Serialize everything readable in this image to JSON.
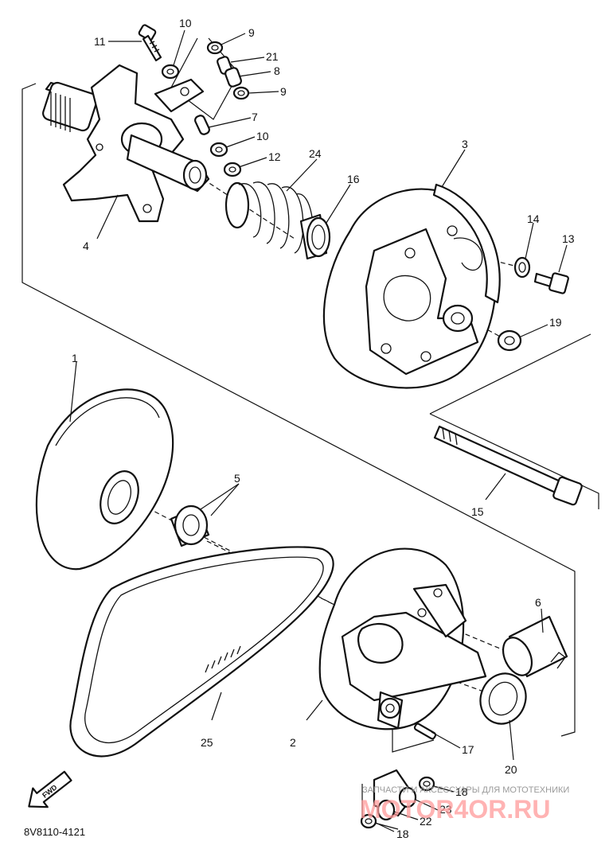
{
  "diagram": {
    "part_labels": [
      {
        "id": "p11",
        "text": "11"
      },
      {
        "id": "p10a",
        "text": "10"
      },
      {
        "id": "p9a",
        "text": "9"
      },
      {
        "id": "p21",
        "text": "21"
      },
      {
        "id": "p8",
        "text": "8"
      },
      {
        "id": "p9b",
        "text": "9"
      },
      {
        "id": "p7",
        "text": "7"
      },
      {
        "id": "p10b",
        "text": "10"
      },
      {
        "id": "p12",
        "text": "12"
      },
      {
        "id": "p24",
        "text": "24"
      },
      {
        "id": "p16",
        "text": "16"
      },
      {
        "id": "p3",
        "text": "3"
      },
      {
        "id": "p4",
        "text": "4"
      },
      {
        "id": "p14",
        "text": "14"
      },
      {
        "id": "p13",
        "text": "13"
      },
      {
        "id": "p19",
        "text": "19"
      },
      {
        "id": "p1",
        "text": "1"
      },
      {
        "id": "p5",
        "text": "5"
      },
      {
        "id": "p15",
        "text": "15"
      },
      {
        "id": "p6",
        "text": "6"
      },
      {
        "id": "p25",
        "text": "25"
      },
      {
        "id": "p2",
        "text": "2"
      },
      {
        "id": "p17",
        "text": "17"
      },
      {
        "id": "p20",
        "text": "20"
      },
      {
        "id": "p18a",
        "text": "18"
      },
      {
        "id": "p23",
        "text": "23"
      },
      {
        "id": "p22",
        "text": "22"
      },
      {
        "id": "p18b",
        "text": "18"
      }
    ],
    "diagram_code": "8V8110-4121",
    "fwd_label": "FWD"
  },
  "watermark": {
    "tagline": "ЗАПЧАСТИ И АКСЕССУАРЫ ДЛЯ МОТОТЕХНИКИ",
    "brand": "MOTOR4OR.RU"
  }
}
